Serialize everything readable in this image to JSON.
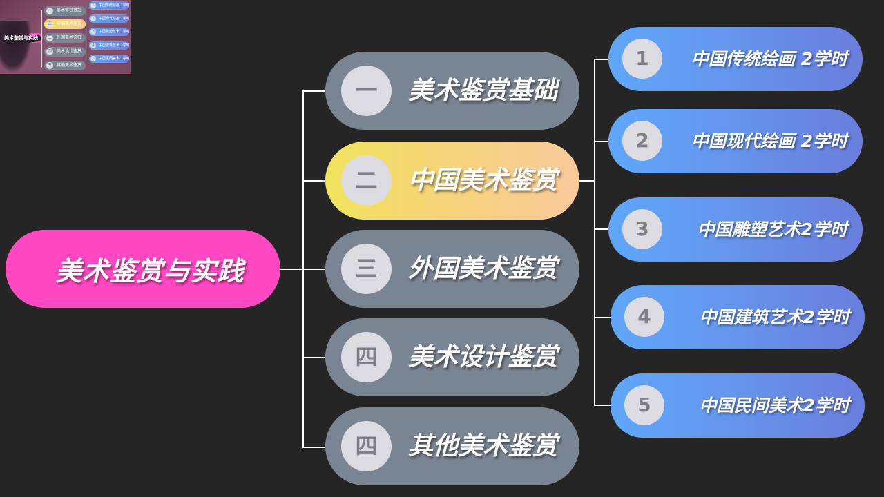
{
  "thumbnail": {
    "caption": "美术鉴赏与实践",
    "items": [
      {
        "badge": "一",
        "label": "美术鉴赏基础",
        "active": false
      },
      {
        "badge": "二",
        "label": "中国美术鉴赏",
        "active": true
      },
      {
        "badge": "三",
        "label": "外国美术鉴赏",
        "active": false
      },
      {
        "badge": "四",
        "label": "美术设计鉴赏",
        "active": false
      },
      {
        "badge": "五",
        "label": "其他美术鉴赏",
        "active": false
      }
    ],
    "subs": [
      {
        "badge": "1",
        "label": "中国传统绘画 2学时"
      },
      {
        "badge": "2",
        "label": "中国现代绘画 2学时"
      },
      {
        "badge": "3",
        "label": "中国雕塑艺术 2学时"
      },
      {
        "badge": "4",
        "label": "中国建筑艺术 2学时"
      },
      {
        "badge": "5",
        "label": "中国民间美术 2学时"
      }
    ]
  },
  "root": {
    "label": "美术鉴赏与实践"
  },
  "chapters": [
    {
      "badge": "一",
      "label": "美术鉴赏基础",
      "active": false
    },
    {
      "badge": "二",
      "label": "中国美术鉴赏",
      "active": true
    },
    {
      "badge": "三",
      "label": "外国美术鉴赏",
      "active": false
    },
    {
      "badge": "四",
      "label": "美术设计鉴赏",
      "active": false
    },
    {
      "badge": "四",
      "label": "其他美术鉴赏",
      "active": false
    }
  ],
  "topics": [
    {
      "badge": "1",
      "label": "中国传统绘画 2学时"
    },
    {
      "badge": "2",
      "label": "中国现代绘画 2学时"
    },
    {
      "badge": "3",
      "label": "中国雕塑艺术2学时"
    },
    {
      "badge": "4",
      "label": "中国建筑艺术2学时"
    },
    {
      "badge": "5",
      "label": "中国民间美术2学时"
    }
  ],
  "colors": {
    "background": "#252525",
    "root": "#ff48c2",
    "chapter": "#7a8593",
    "chapter_active_start": "#f0e35c",
    "chapter_active_end": "#f9c99c",
    "topic_start": "#5fa7fa",
    "topic_end": "#6a7ddc",
    "badge": "#dcdbe2",
    "connector": "#ffffff"
  }
}
